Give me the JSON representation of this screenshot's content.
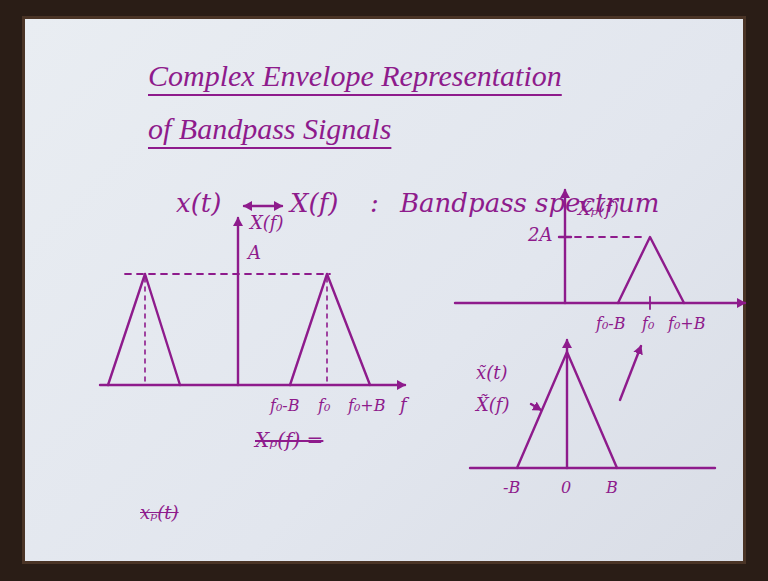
{
  "diagram": {
    "title": "Complex Envelope Representation of Bandpass Signals",
    "labels": [
      "x(t)",
      "X(f)",
      ":",
      "Bandpass spectrum",
      "X(f)",
      "A",
      "f₀-B",
      "f₀",
      "f₀+B",
      "f",
      "Xₚ(f)",
      "2A",
      "f₀-B",
      "f₀",
      "f₀+B",
      "x̃(t)",
      "X̃(f)",
      "-B",
      "0",
      "B",
      "Xₚ(f) =",
      "xₚ(t)"
    ]
  }
}
